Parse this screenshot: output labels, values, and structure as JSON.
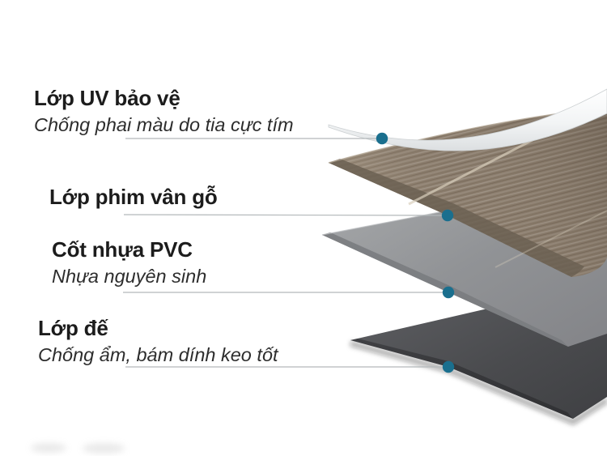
{
  "diagram": {
    "description": "Exploded-view diagram of PVC vinyl flooring plank layers",
    "labels": [
      {
        "id": "uv",
        "title": "Lớp UV bảo vệ",
        "subtitle": "Chống phai màu do tia cực tím"
      },
      {
        "id": "film",
        "title": "Lớp phim vân gỗ",
        "subtitle": ""
      },
      {
        "id": "core",
        "title": "Cốt nhựa PVC",
        "subtitle": "Nhựa nguyên sinh"
      },
      {
        "id": "base",
        "title": "Lớp đế",
        "subtitle": "Chống ẩm, bám dính keo tốt"
      }
    ],
    "colors": {
      "marker_dot": "#1a6f8e",
      "marker_dot_edge": "#14607c",
      "leader_line": "#b3b8ba",
      "uv_layer": "#f2f4f5",
      "wood_layer": "#8b7d6d",
      "pvc_core_layer": "#909296",
      "base_layer": "#4a4b4d",
      "text": "#1c1c1c"
    }
  }
}
